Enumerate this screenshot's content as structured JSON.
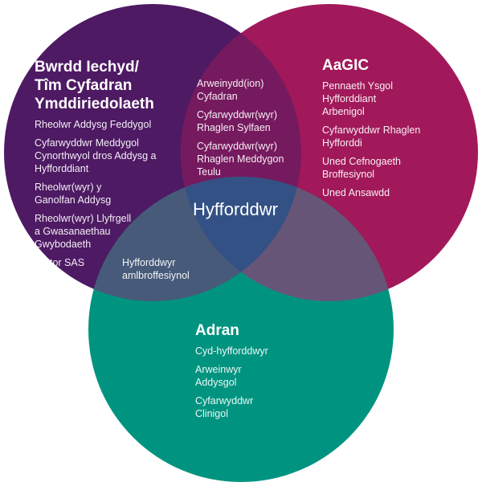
{
  "colors": {
    "purple": "#4e1a63",
    "magenta": "#a1195a",
    "teal": "#009480",
    "purple_magenta": "#761a5f",
    "purple_teal": "#475a7a",
    "magenta_teal": "#665577",
    "center": "#335184"
  },
  "left": {
    "title": "Bwrdd Iechyd/\nTîm Cyfadran\nYmddiriedolaeth",
    "items": [
      "Rheolwr Addysg Feddygol",
      "Cyfarwyddwr Meddygol\nCynorthwyol dros Addysg a\nHyfforddiant",
      "Rheolwr(wyr) y\nGanolfan Addysg",
      "Rheolwr(wyr) Llyfrgell\na Gwasanaethau\nGwybodaeth",
      "Tiwtor SAS"
    ]
  },
  "right": {
    "title": "AaGIC",
    "items": [
      "Pennaeth Ysgol\nHyfforddiant\nArbenigol",
      "Cyfarwyddwr Rhaglen\nHyfforddi",
      "Uned Cefnogaeth\nBroffesiynol",
      "Uned Ansawdd"
    ]
  },
  "top_overlap": {
    "items": [
      "Arweinydd(ion)\nCyfadran",
      "Cyfarwyddwr(wyr)\nRhaglen Sylfaen",
      "Cyfarwyddwr(wyr)\nRhaglen Meddygon\nTeulu"
    ]
  },
  "center": {
    "label": "Hyfforddwr"
  },
  "left_bottom_overlap": {
    "items": [
      "Hyfforddwyr\namlbroffesiynol"
    ]
  },
  "bottom": {
    "title": "Adran",
    "items": [
      "Cyd-hyfforddwyr",
      "Arweinwyr\nAddysgol",
      "Cyfarwyddwr\nClinigol"
    ]
  }
}
